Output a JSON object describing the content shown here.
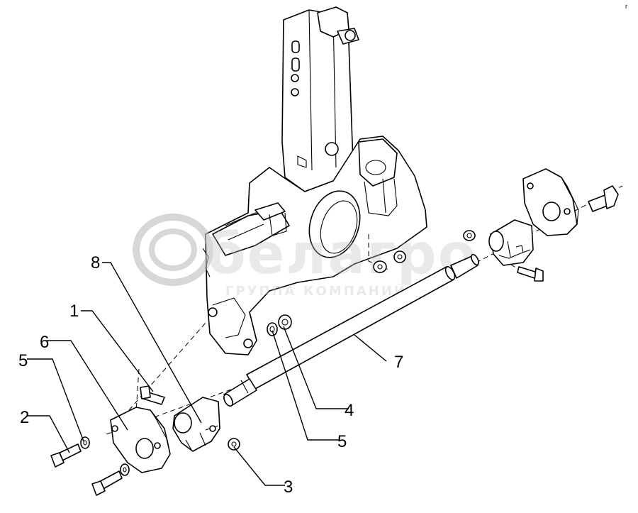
{
  "watermark": {
    "brand": "белагро",
    "tagline": "ГРУППА КОМПАНИЙ"
  },
  "corner_mark": "r",
  "callouts": [
    {
      "id": "8",
      "text": "8"
    },
    {
      "id": "1",
      "text": "1"
    },
    {
      "id": "6",
      "text": "6"
    },
    {
      "id": "5a",
      "text": "5"
    },
    {
      "id": "2",
      "text": "2"
    },
    {
      "id": "7",
      "text": "7"
    },
    {
      "id": "4",
      "text": "4"
    },
    {
      "id": "5b",
      "text": "5"
    },
    {
      "id": "3",
      "text": "3"
    }
  ]
}
